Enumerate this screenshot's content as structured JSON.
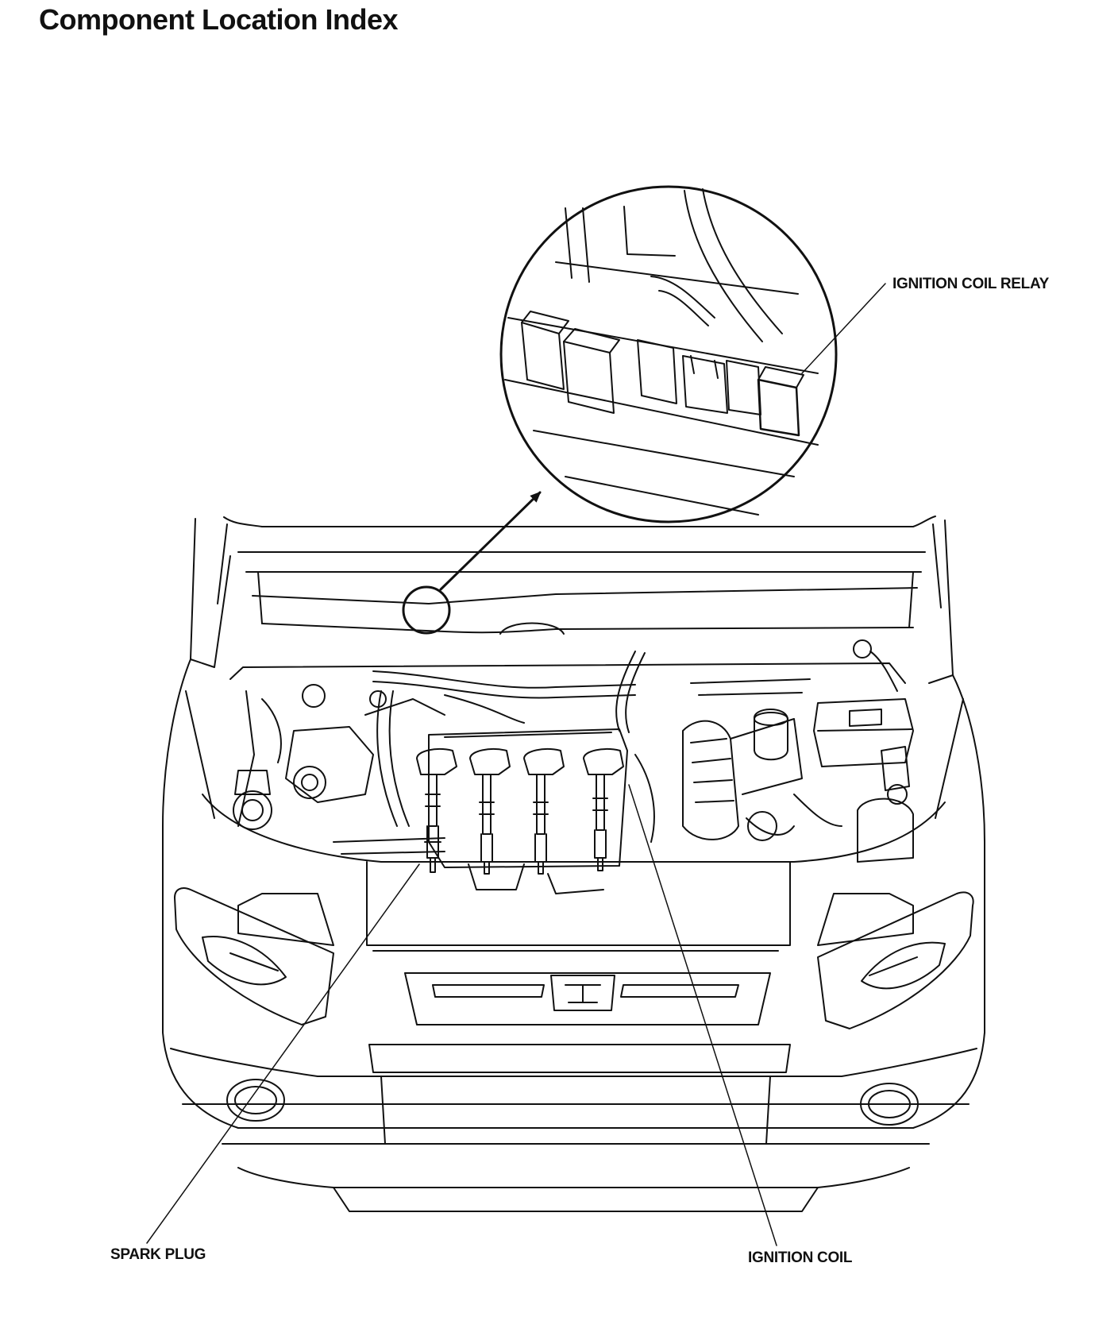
{
  "header": {
    "title": "Component Location Index"
  },
  "callouts": {
    "ignition_coil_relay": "IGNITION COIL RELAY",
    "spark_plug": "SPARK PLUG",
    "ignition_coil": "IGNITION COIL"
  },
  "colors": {
    "ink": "#111111",
    "background": "#ffffff"
  }
}
